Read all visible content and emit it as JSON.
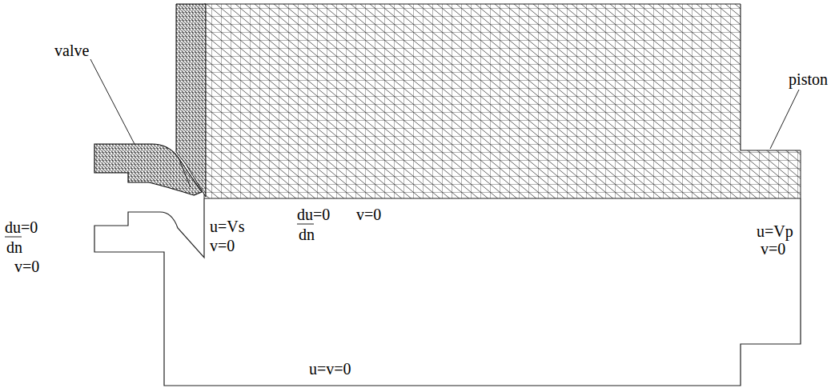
{
  "diagram": {
    "labels": [
      "valve",
      "piston",
      "du=0",
      "dn",
      "v=0",
      "u=Vs",
      "v=0",
      "du=0",
      "dn",
      "v=0",
      "u=Vp",
      "v=0",
      "u=v=0"
    ]
  }
}
